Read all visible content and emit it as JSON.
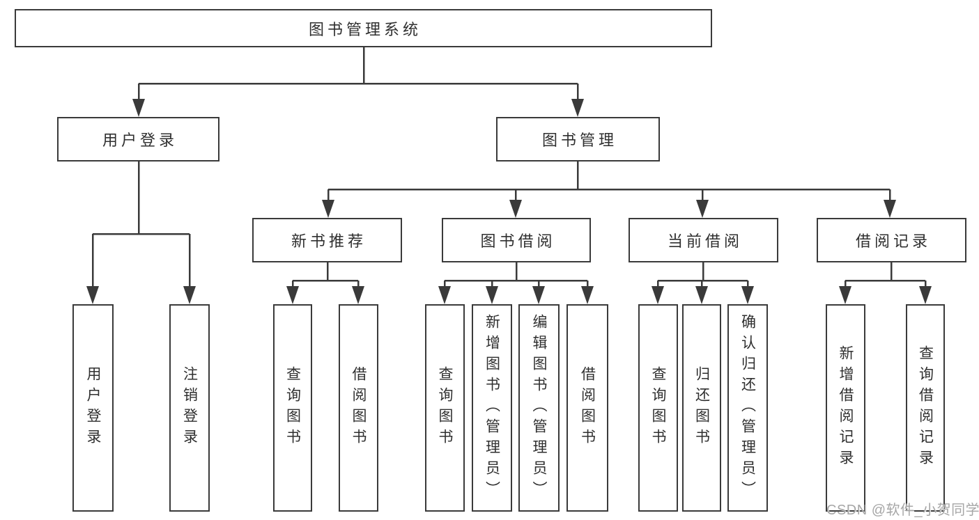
{
  "nodes": {
    "root": "图书管理系统",
    "user_login": "用户登录",
    "book_mgmt": "图书管理",
    "new_book_rec": "新书推荐",
    "book_borrow": "图书借阅",
    "current_borrow": "当前借阅",
    "borrow_records": "借阅记录",
    "ul_user_login": "用户登录",
    "ul_logout": "注销登录",
    "nbr_query_book": "查询图书",
    "nbr_borrow_book": "借阅图书",
    "bb_query_book": "查询图书",
    "bb_add_book": "新增图书（管理员）",
    "bb_edit_book": "编辑图书（管理员）",
    "bb_borrow_book": "借阅图书",
    "cb_query_book": "查询图书",
    "cb_return_book": "归还图书",
    "cb_confirm_return": "确认归还（管理员）",
    "br_add_record": "新增借阅记录",
    "br_query_record": "查询借阅记录"
  },
  "hierarchy": {
    "图书管理系统": {
      "用户登录": [
        "用户登录",
        "注销登录"
      ],
      "图书管理": {
        "新书推荐": [
          "查询图书",
          "借阅图书"
        ],
        "图书借阅": [
          "查询图书",
          "新增图书（管理员）",
          "编辑图书（管理员）",
          "借阅图书"
        ],
        "当前借阅": [
          "查询图书",
          "归还图书",
          "确认归还（管理员）"
        ],
        "借阅记录": [
          "新增借阅记录",
          "查询借阅记录"
        ]
      }
    }
  },
  "watermark": "CSDN @软件_小贺同学",
  "colors": {
    "line": "#3a3a3a",
    "box_border": "#3a3a3a",
    "text": "#2f2f2f",
    "watermark": "#a6a6a6",
    "background": "#ffffff"
  }
}
